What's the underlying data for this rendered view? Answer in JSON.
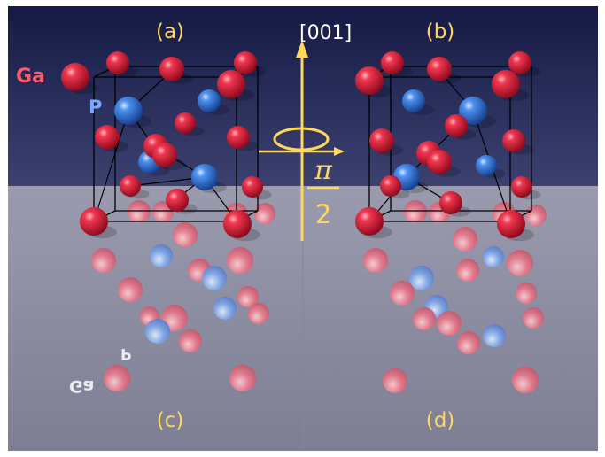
{
  "panels": {
    "a": "(a)",
    "b": "(b)",
    "c": "(c)",
    "d": "(d)"
  },
  "labels": {
    "ga": "Ga",
    "p": "P",
    "ga_reflected": "Ga",
    "p_reflected": "P"
  },
  "axis": {
    "direction": "[001]",
    "rotation_numerator": "π",
    "rotation_denominator": "2"
  },
  "colors": {
    "sky_top": "#1a1f4a",
    "sky_bottom": "#3a3f6e",
    "floor": "#8d8ea3",
    "ga_atom": "#e0243c",
    "p_atom": "#3f86e8",
    "label_yellow": "#ffd75a",
    "ga_label": "#ff5a6a",
    "p_label": "#7aa7ff",
    "cube_edge": "#000000"
  }
}
